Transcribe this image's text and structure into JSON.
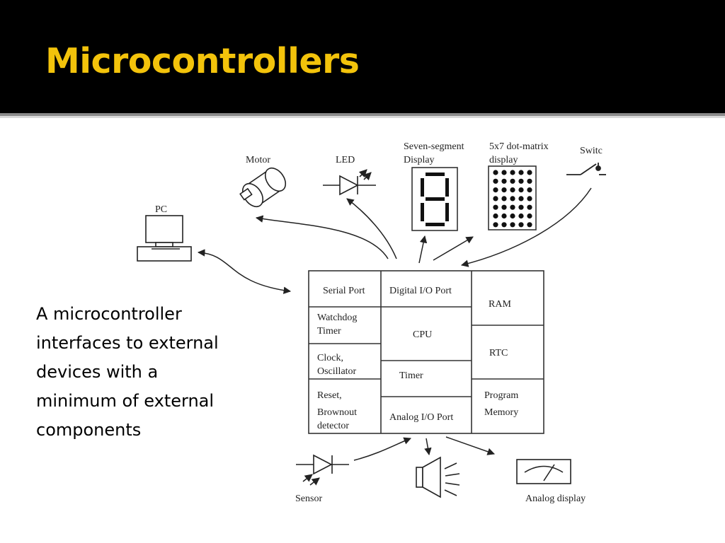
{
  "slide": {
    "title": "Microcontrollers",
    "body": "A microcontroller interfaces to external devices with a minimum of external components",
    "colors": {
      "header_bg": "#000000",
      "title": "#f3c30b",
      "content_bg": "#ffffff",
      "text": "#000000"
    }
  },
  "diagram": {
    "blocks": {
      "serial_port": "Serial Port",
      "digital_io_port": "Digital I/O Port",
      "ram": "RAM",
      "watchdog_timer": [
        "Watchdog",
        "Timer"
      ],
      "cpu": "CPU",
      "rtc": "RTC",
      "clock_oscillator": [
        "Clock,",
        "Oscillator"
      ],
      "timer": "Timer",
      "reset_brownout": [
        "Reset,",
        "Brownout",
        "detector"
      ],
      "analog_io_port": "Analog I/O Port",
      "program_memory": [
        "Program",
        "Memory"
      ]
    },
    "devices": {
      "motor": "Motor",
      "led": "LED",
      "seven_segment": [
        "Seven-segment",
        "Display"
      ],
      "dot_matrix": [
        "5x7 dot-matrix",
        "display"
      ],
      "switch": "Switc",
      "pc": "PC",
      "sensor": "Sensor",
      "analog_display": "Analog display"
    },
    "icons": [
      "motor-icon",
      "led-icon",
      "seven-segment-display-icon",
      "dot-matrix-display-icon",
      "switch-icon",
      "pc-icon",
      "sensor-icon",
      "speaker-icon",
      "analog-meter-icon"
    ]
  }
}
